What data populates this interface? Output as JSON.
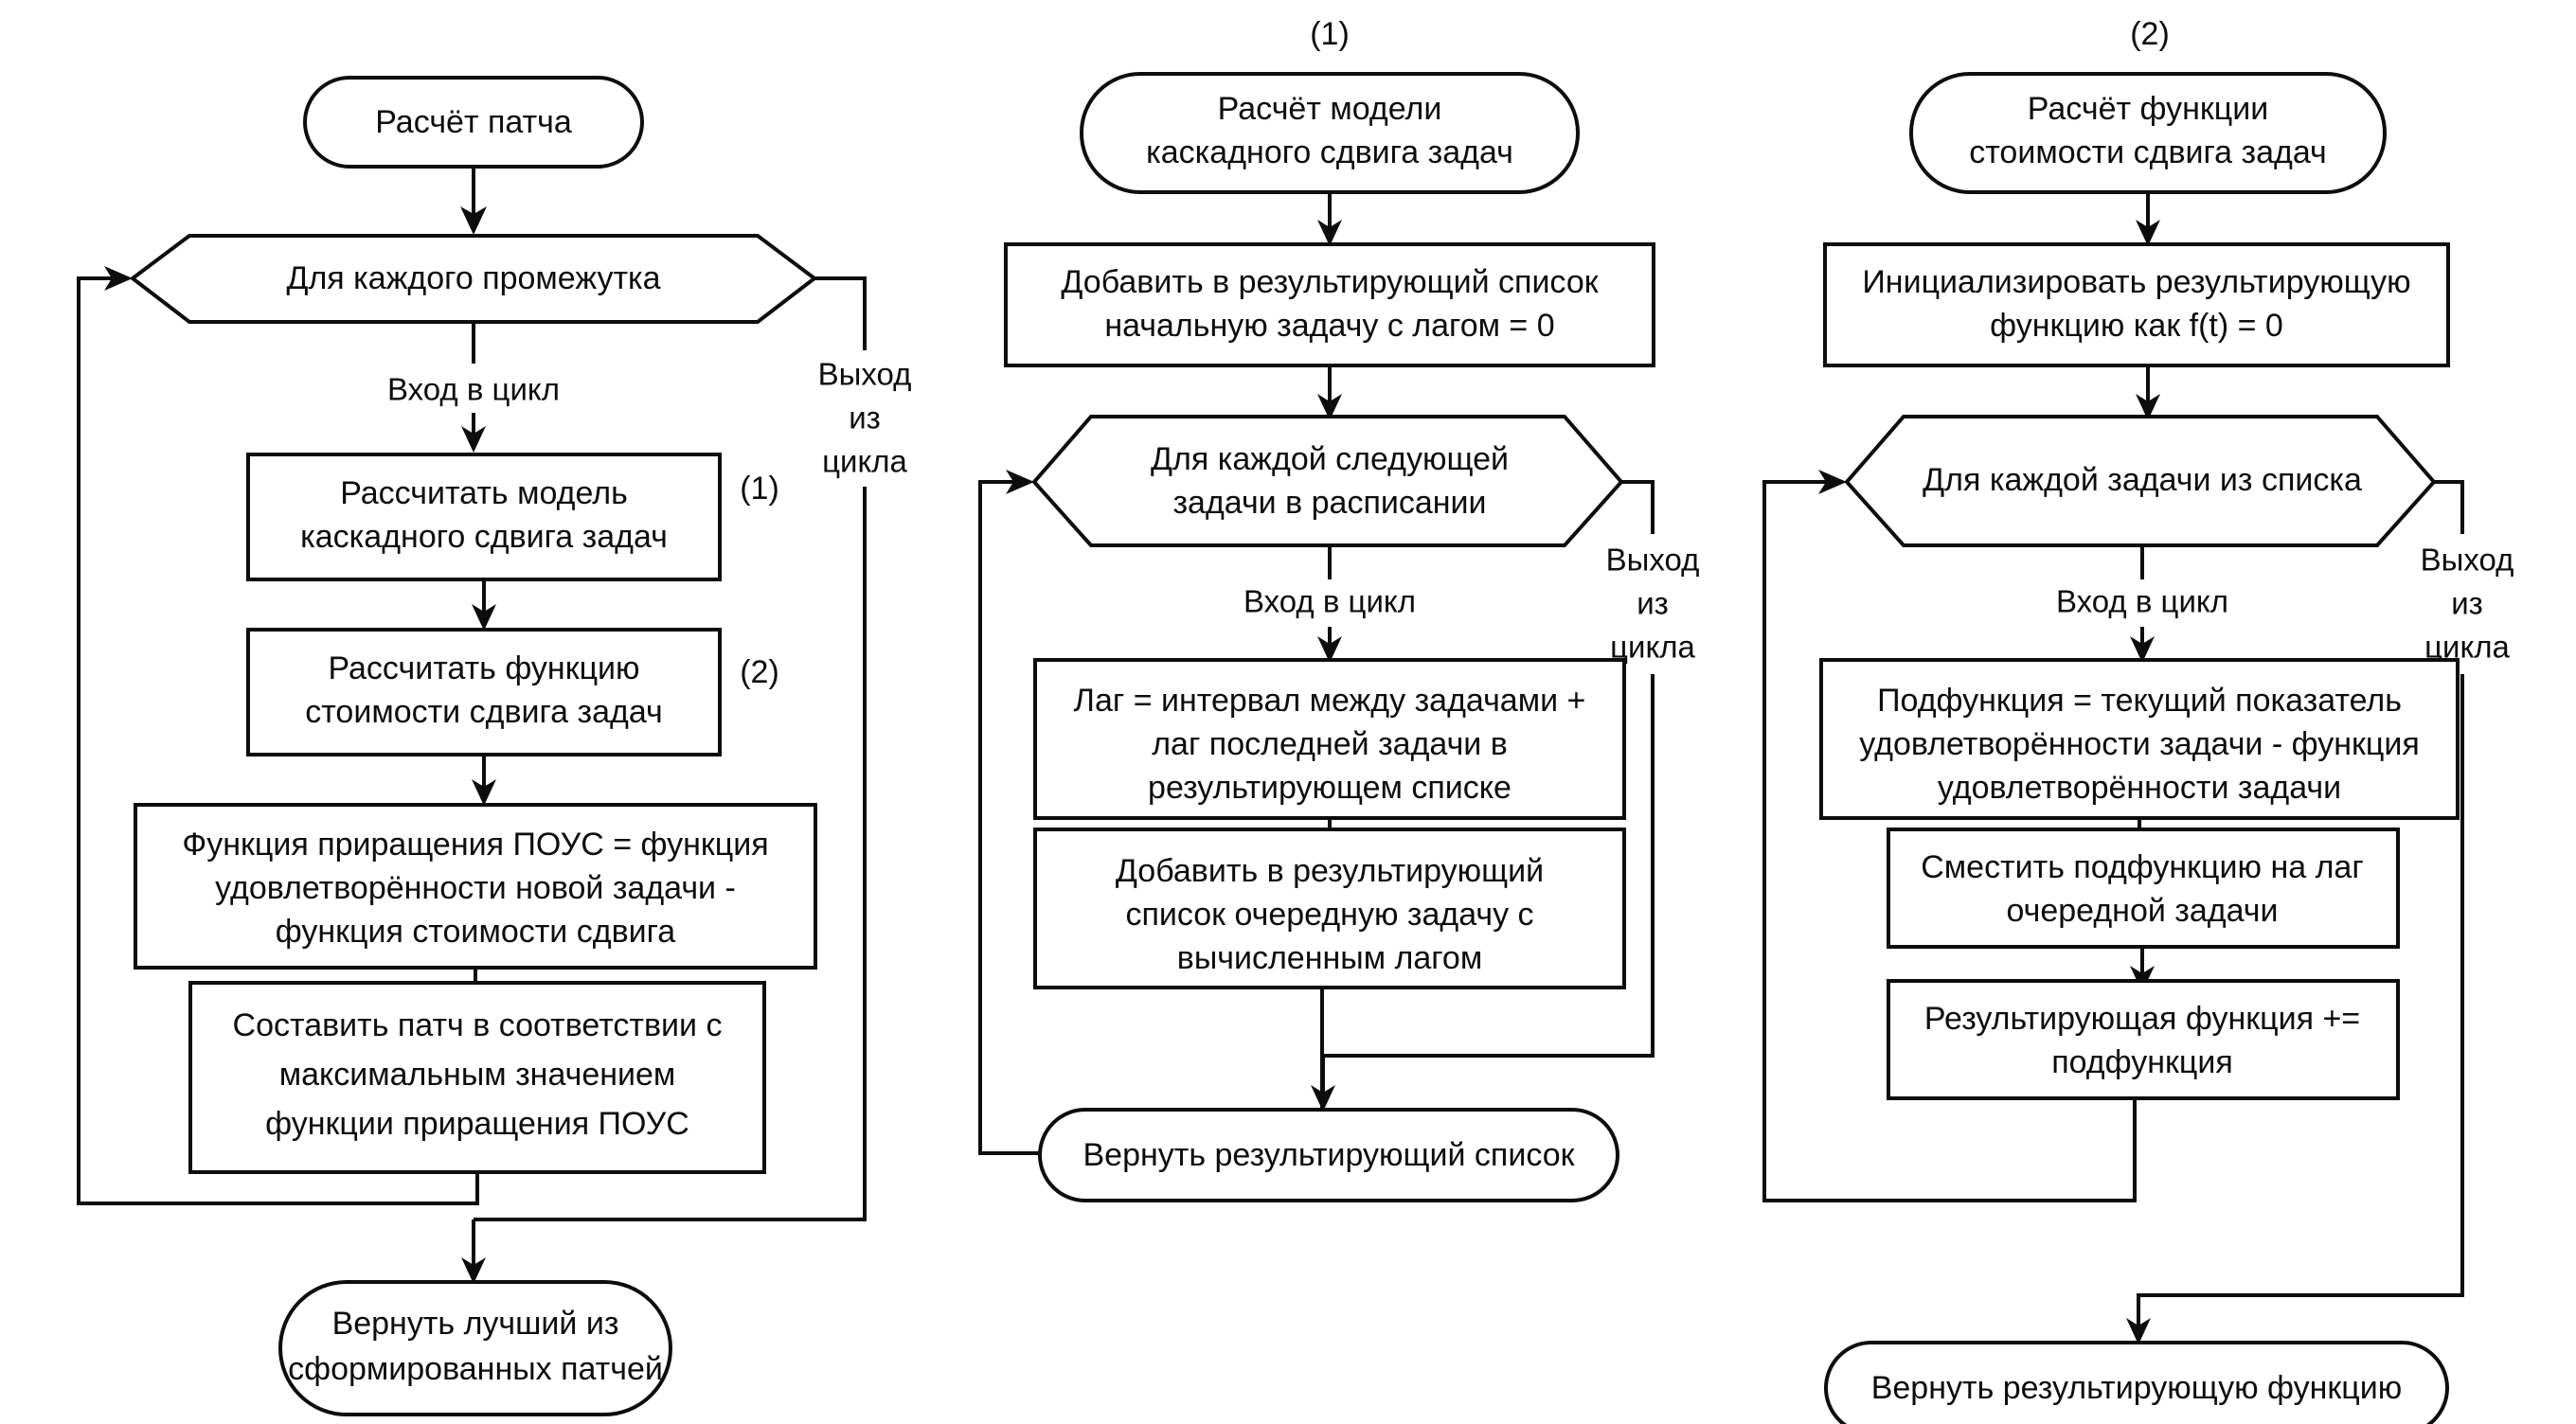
{
  "diagram": {
    "type": "flowchart",
    "language": "ru",
    "columns": [
      {
        "id": "col-1",
        "title": "",
        "nodes": [
          {
            "id": "n1-start",
            "shape": "terminator",
            "text": [
              "Расчёт патча"
            ]
          },
          {
            "id": "n1-loop",
            "shape": "hexagon-loop",
            "text": [
              "Для каждого промежутка"
            ]
          },
          {
            "id": "n1-p1",
            "shape": "process",
            "text": [
              "Рассчитать модель",
              "каскадного сдвига задач"
            ],
            "ref": "(1)"
          },
          {
            "id": "n1-p2",
            "shape": "process",
            "text": [
              "Рассчитать функцию",
              "стоимости сдвига задач"
            ],
            "ref": "(2)"
          },
          {
            "id": "n1-p3",
            "shape": "process",
            "text": [
              "Функция приращения ПОУС = функция",
              "удовлетворённости новой задачи -",
              "функция стоимости сдвига"
            ]
          },
          {
            "id": "n1-p4",
            "shape": "process",
            "text": [
              "Составить патч в соответствии с",
              "максимальным значением",
              "функции приращения ПОУС"
            ]
          },
          {
            "id": "n1-end",
            "shape": "terminator",
            "text": [
              "Вернуть лучший из",
              "сформированных патчей"
            ]
          }
        ],
        "edge_labels": {
          "loop_enter": "Вход в цикл",
          "loop_exit": [
            "Выход",
            "из",
            "цикла"
          ]
        }
      },
      {
        "id": "col-2",
        "title": "(1)",
        "nodes": [
          {
            "id": "n2-start",
            "shape": "terminator",
            "text": [
              "Расчёт модели",
              "каскадного сдвига задач"
            ]
          },
          {
            "id": "n2-p0",
            "shape": "process",
            "text": [
              "Добавить в результирующий список",
              "начальную задачу с лагом = 0"
            ]
          },
          {
            "id": "n2-loop",
            "shape": "hexagon-loop",
            "text": [
              "Для каждой следующей",
              "задачи в расписании"
            ]
          },
          {
            "id": "n2-p1",
            "shape": "process",
            "text": [
              "Лаг = интервал между задачами +",
              "лаг последней задачи в",
              "результирующем списке"
            ]
          },
          {
            "id": "n2-p2",
            "shape": "process",
            "text": [
              "Добавить в результирующий",
              "список очередную задачу с",
              "вычисленным лагом"
            ]
          },
          {
            "id": "n2-end",
            "shape": "terminator",
            "text": [
              "Вернуть результирующий список"
            ]
          }
        ],
        "edge_labels": {
          "loop_enter": "Вход в цикл",
          "loop_exit": [
            "Выход",
            "из",
            "цикла"
          ]
        }
      },
      {
        "id": "col-3",
        "title": "(2)",
        "nodes": [
          {
            "id": "n3-start",
            "shape": "terminator",
            "text": [
              "Расчёт функции",
              "стоимости сдвига задач"
            ]
          },
          {
            "id": "n3-p0",
            "shape": "process",
            "text": [
              "Инициализировать результирующую",
              "функцию как f(t) = 0"
            ]
          },
          {
            "id": "n3-loop",
            "shape": "hexagon-loop",
            "text": [
              "Для каждой задачи из списка"
            ]
          },
          {
            "id": "n3-p1",
            "shape": "process",
            "text": [
              "Подфункция = текущий показатель",
              "удовлетворённости задачи - функция",
              "удовлетворённости задачи"
            ]
          },
          {
            "id": "n3-p2",
            "shape": "process",
            "text": [
              "Сместить подфункцию на лаг",
              "очередной задачи"
            ]
          },
          {
            "id": "n3-p3",
            "shape": "process",
            "text": [
              "Результирующая функция +=",
              "подфункция"
            ]
          },
          {
            "id": "n3-end",
            "shape": "terminator",
            "text": [
              "Вернуть результирующую функцию"
            ]
          }
        ],
        "edge_labels": {
          "loop_enter": "Вход в цикл",
          "loop_exit": [
            "Выход",
            "из",
            "цикла"
          ]
        }
      }
    ],
    "colors": {
      "stroke": "#0d0d0d",
      "fill": "#ffffff",
      "background": "#ffffff"
    }
  }
}
